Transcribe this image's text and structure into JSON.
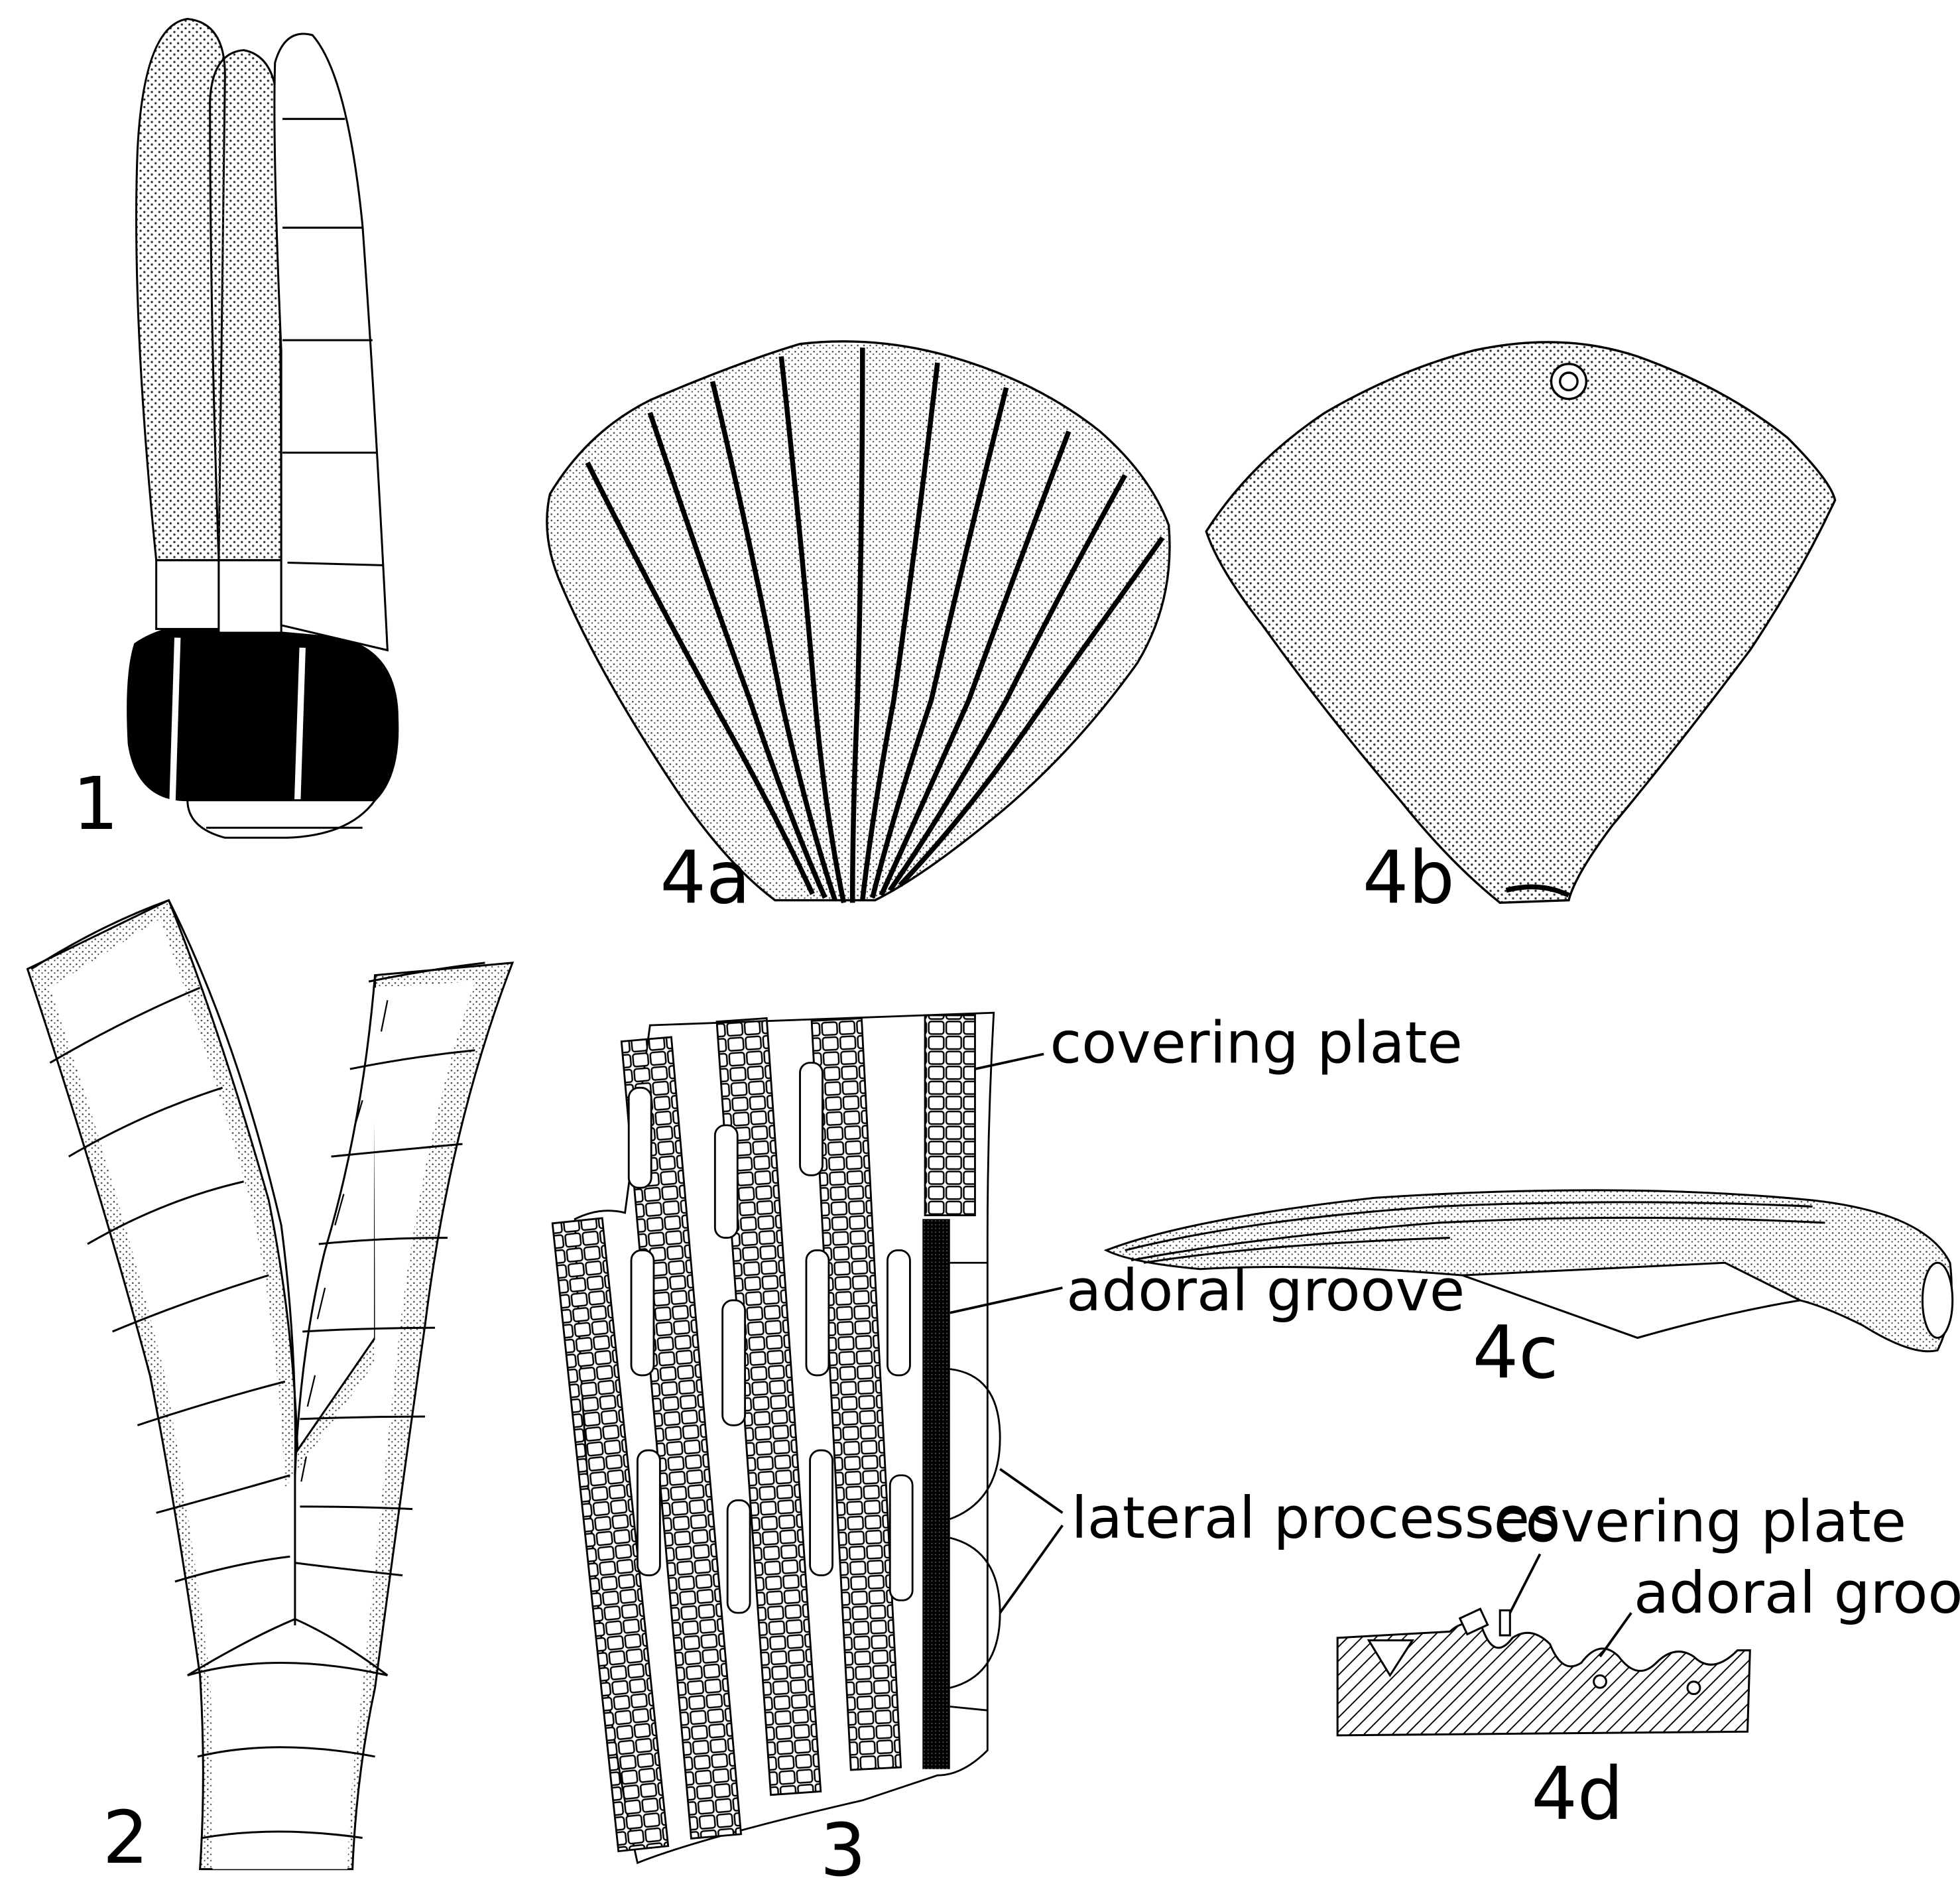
{
  "panels": {
    "p1": "1",
    "p2": "2",
    "p3": "3",
    "p4a": "4a",
    "p4b": "4b",
    "p4c": "4c",
    "p4d": "4d"
  },
  "annotations": {
    "covering_plate_3": "covering plate",
    "adoral_groove_3": "adoral groove",
    "lateral_processes": "lateral processes",
    "covering_plate_4d": "covering plate",
    "adoral_groove_4d": "adoral groove"
  },
  "colors": {
    "ink": "#000000",
    "paper": "#ffffff",
    "stipple": "#555555"
  }
}
